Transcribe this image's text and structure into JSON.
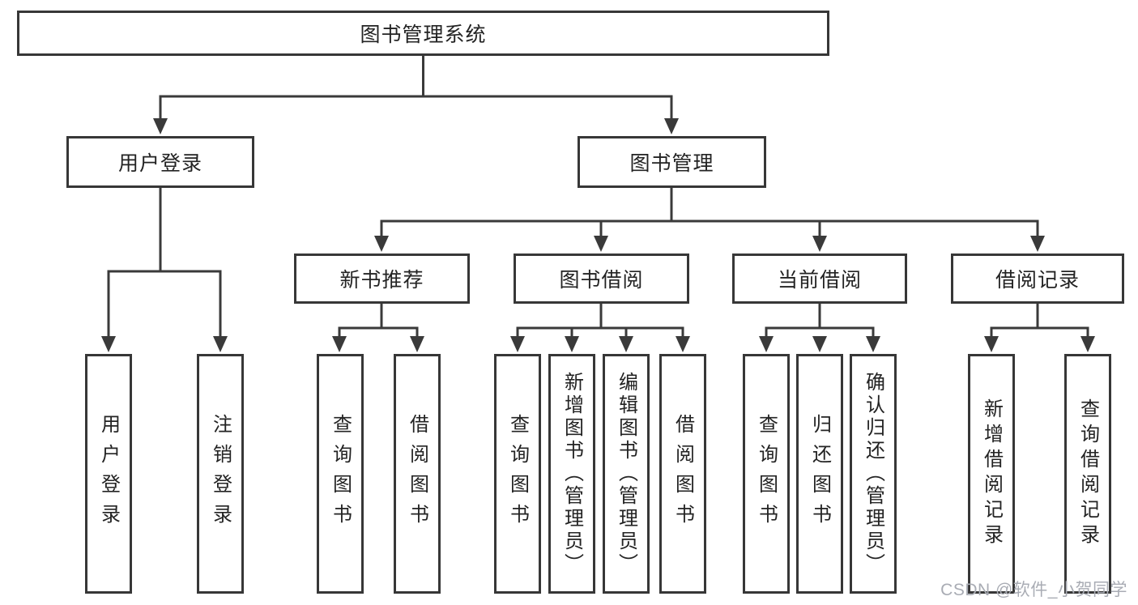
{
  "diagram": {
    "tree": {
      "label": "图书管理系统",
      "children": [
        {
          "label": "用户登录",
          "children": [
            {
              "label": "用户登录"
            },
            {
              "label": "注销登录"
            }
          ]
        },
        {
          "label": "图书管理",
          "children": [
            {
              "label": "新书推荐",
              "children": [
                {
                  "label": "查询图书"
                },
                {
                  "label": "借阅图书"
                }
              ]
            },
            {
              "label": "图书借阅",
              "children": [
                {
                  "label": "查询图书"
                },
                {
                  "label": "新增图书（管理员）"
                },
                {
                  "label": "编辑图书（管理员）"
                },
                {
                  "label": "借阅图书"
                }
              ]
            },
            {
              "label": "当前借阅",
              "children": [
                {
                  "label": "查询图书"
                },
                {
                  "label": "归还图书"
                },
                {
                  "label": "确认归还（管理员）"
                }
              ]
            },
            {
              "label": "借阅记录",
              "children": [
                {
                  "label": "新增借阅记录"
                },
                {
                  "label": "查询借阅记录"
                }
              ]
            }
          ]
        }
      ]
    },
    "colors": {
      "line": "#3a3a3a",
      "box_border": "#373737",
      "box_fill": "#ffffff",
      "text": "#232323",
      "watermark": "#a9acb4"
    }
  },
  "watermark": {
    "text": "CSDN @软件_小贺同学"
  }
}
